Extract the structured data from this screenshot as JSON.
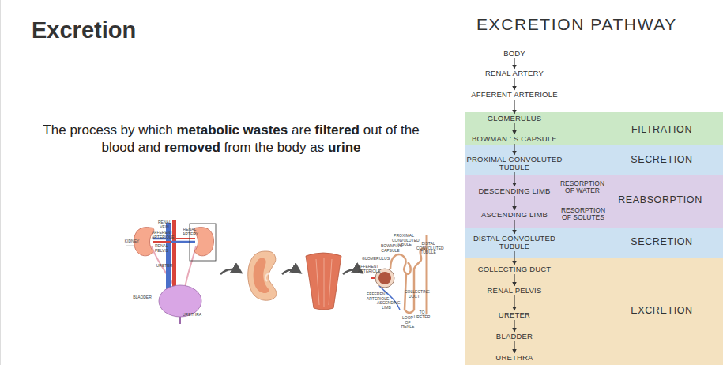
{
  "diagram": {
    "title": "Excretion",
    "nodes": [
      {
        "text": [
          "BODY"
        ]
      },
      {
        "text": [
          "RENAL ARTERY"
        ]
      },
      {
        "text": [
          "AFFERENT ARTERIOLE"
        ]
      },
      {
        "text": [
          "FILTRATION"
        ]
      },
      {
        "text": [
          "GLOMERULUS"
        ],
        "in": 3
      },
      {
        "text": [
          "BOWMAN ' S CAPSULE"
        ],
        "in": 3
      },
      {
        "text": [
          "SECRETION"
        ]
      },
      {
        "text": [
          "PROXIMAL CONVOLUTED TUBULE"
        ],
        "in": 6
      },
      {
        "text": [
          "REABSORPTION",
          "RESORPTION OF WATER",
          "RESORPTION OF SOLUTES"
        ]
      },
      {
        "text": [
          "DESCENDING LIMB"
        ],
        "in": 8
      },
      {
        "text": [
          "ASCENDING LIMB"
        ],
        "in": 8
      },
      {
        "text": [
          "SECRETION"
        ]
      },
      {
        "text": [
          "DISTAL CONVOLUTED TUBULE"
        ],
        "in": 11
      },
      {
        "text": [
          "EXCRETION"
        ]
      },
      {
        "text": [
          "COLLECTING DUCT"
        ],
        "in": 13
      },
      {
        "text": [
          "RENAL PELVIS"
        ],
        "in": 13
      },
      {
        "text": [
          "URETER"
        ],
        "in": 13
      },
      {
        "text": [
          "BLADDER"
        ],
        "in": 13
      },
      {
        "text": [
          "URETHRA"
        ],
        "in": 13
      }
    ],
    "edges": [
      {
        "from": 0,
        "to": 1,
        "arrow": "to"
      },
      {
        "from": 1,
        "to": 2,
        "arrow": "to"
      },
      {
        "from": 2,
        "to": 4,
        "arrow": "to"
      },
      {
        "from": 4,
        "to": 5,
        "arrow": "to"
      },
      {
        "from": 5,
        "to": 7,
        "arrow": "to"
      },
      {
        "from": 7,
        "to": 9,
        "arrow": "to"
      },
      {
        "from": 9,
        "to": 10,
        "arrow": "to"
      },
      {
        "from": 10,
        "to": 12,
        "arrow": "to"
      },
      {
        "from": 12,
        "to": 14,
        "arrow": "to"
      },
      {
        "from": 14,
        "to": 15,
        "arrow": "to"
      },
      {
        "from": 15,
        "to": 16,
        "arrow": "to"
      },
      {
        "from": 16,
        "to": 17,
        "arrow": "to"
      },
      {
        "from": 17,
        "to": 18,
        "arrow": "to"
      }
    ],
    "labels": [
      "The process by which",
      "metabolic wastes",
      "are",
      "filtered",
      "out of the blood and",
      "removed",
      "from the body as",
      "urine",
      "EXCRETION PATHWAY",
      "RENAL VEIN",
      "RENAL ARTERY",
      "AFFERENT ARTERIOLE",
      "KIDNEY",
      "RENAL PELVIS",
      "URETER",
      "BLADDER",
      "URETHRA",
      "PROXIMAL CONVOLUTED TUBULE",
      "BOWMAN'S CAPSULE",
      "DISTAL CONVOLUTED TUBULE",
      "GLOMERULUS",
      "AFFERENT ARTERIOLE",
      "EFFERENT ARTERIOLE",
      "ASCENDING LIMB",
      "COLLECTING DUCT",
      "TO URETER",
      "LOOP OF HENLE"
    ]
  }
}
